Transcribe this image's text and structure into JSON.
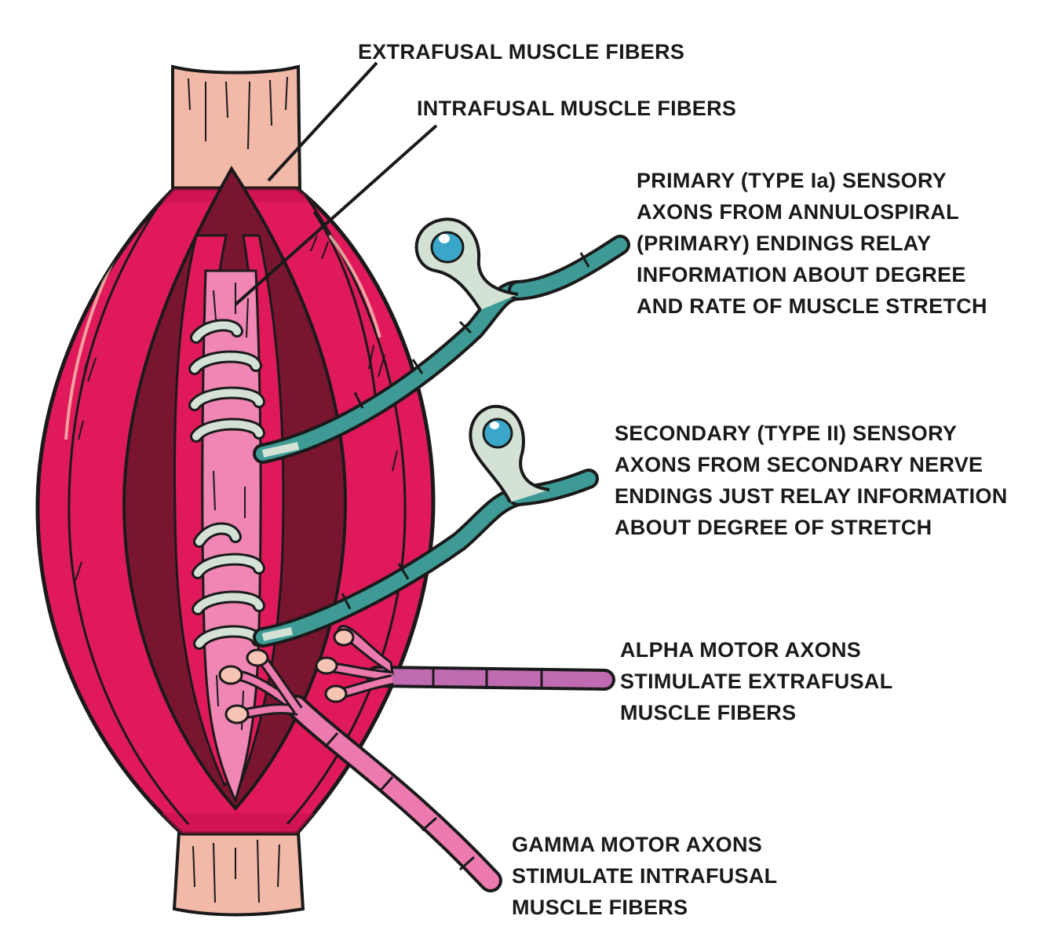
{
  "labels": {
    "extrafusal": [
      "EXTRAFUSAL MUSCLE FIBERS"
    ],
    "intrafusal": [
      "INTRAFUSAL MUSCLE FIBERS"
    ],
    "primary": [
      "PRIMARY (TYPE Ia) SENSORY",
      "AXONS FROM ANNULOSPIRAL",
      "(PRIMARY) ENDINGS RELAY",
      "INFORMATION ABOUT DEGREE",
      "AND RATE OF MUSCLE STRETCH"
    ],
    "secondary": [
      "SECONDARY (TYPE II) SENSORY",
      "AXONS FROM SECONDARY NERVE",
      "ENDINGS JUST RELAY INFORMATION",
      "ABOUT DEGREE OF STRETCH"
    ],
    "alpha": [
      "ALPHA MOTOR AXONS",
      "STIMULATE EXTRAFUSAL",
      "MUSCLE FIBERS"
    ],
    "gamma": [
      "GAMMA MOTOR AXONS",
      "STIMULATE INTRAFUSAL",
      "MUSCLE FIBERS"
    ]
  },
  "colors": {
    "tendon": "#f2b8a8",
    "muscle": "#e0195a",
    "muscle_dark": "#7a1530",
    "intrafusal": "#ef86b4",
    "sensory_axon": "#3d9a94",
    "sensory_ending": "#d4e2d6",
    "nucleus": "#3aa6c9",
    "alpha_axon": "#c06ab2",
    "gamma_axon": "#ec7aae",
    "motor_ending": "#f6c4b4",
    "outline": "#1a1a1a"
  }
}
